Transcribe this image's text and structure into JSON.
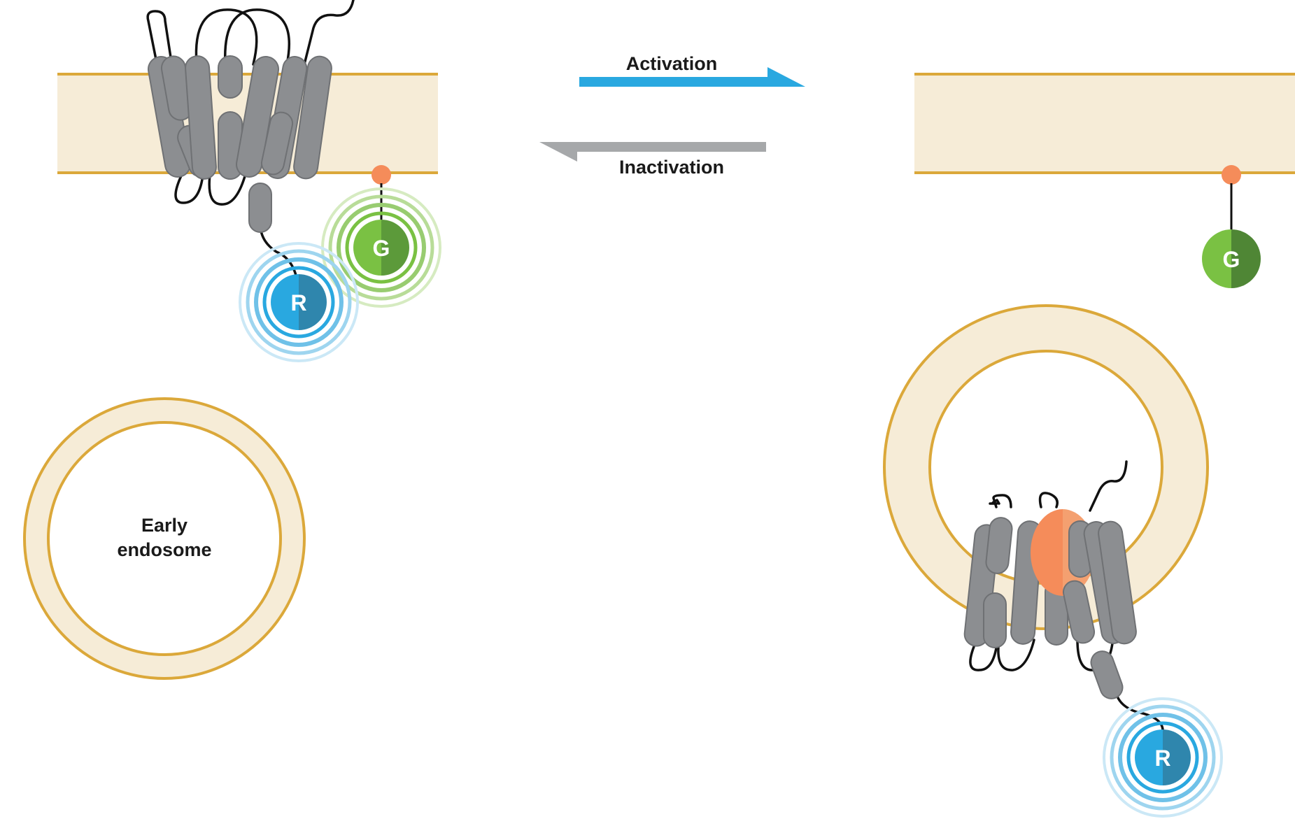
{
  "arrows": {
    "activation": {
      "label": "Activation",
      "color": "#29a8e0"
    },
    "inactivation": {
      "label": "Inactivation",
      "color": "#a6a8aa"
    }
  },
  "endosome": {
    "label_line1": "Early",
    "label_line2": "endosome"
  },
  "proteins": {
    "g_label": "G",
    "r_label": "R"
  },
  "colors": {
    "membrane_fill": "#f6ecd7",
    "membrane_edge": "#dba83a",
    "receptor_gray": "#8c8e91",
    "lipid_anchor": "#f58c5a",
    "g_protein": "#7ac143",
    "g_protein_dark": "#5c9a3a",
    "r_protein": "#29a8e0",
    "r_protein_dark": "#2f86ad"
  }
}
